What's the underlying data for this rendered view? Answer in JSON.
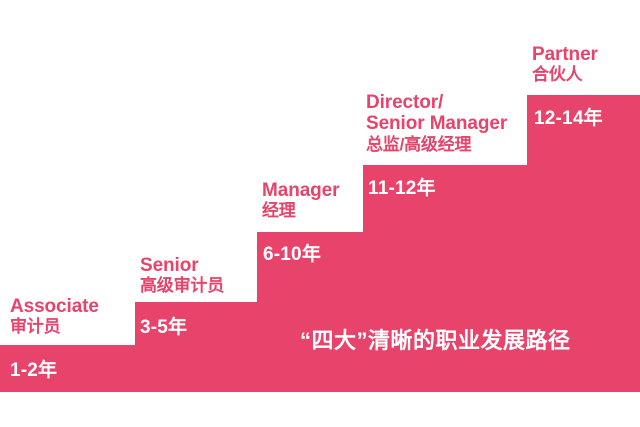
{
  "theme": {
    "accent": "#e8446b",
    "background": "#ffffff",
    "text_on_accent": "#ffffff"
  },
  "caption": {
    "text": "“四大”清晰的职业发展路径"
  },
  "chart_data": {
    "type": "bar",
    "title": "“四大”清晰的职业发展路径",
    "xlabel": "",
    "ylabel": "",
    "categories": [
      "Associate 审计员",
      "Senior 高级审计员",
      "Manager 经理",
      "Director/Senior Manager 总监/高级经理",
      "Partner 合伙人"
    ],
    "values": [
      1,
      2,
      3,
      4,
      5
    ],
    "annotations": [
      "1-2年",
      "3-5年",
      "6-10年",
      "11-12年",
      "12-14年"
    ],
    "grid": false,
    "legend": null
  },
  "steps": [
    {
      "id": "associate",
      "title_en": "Associate",
      "title_cn": "审计员",
      "duration": "1-2年"
    },
    {
      "id": "senior",
      "title_en": "Senior",
      "title_cn": "高级审计员",
      "duration": "3-5年"
    },
    {
      "id": "manager",
      "title_en": "Manager",
      "title_cn": "经理",
      "duration": "6-10年"
    },
    {
      "id": "director",
      "title_en": "Director/\nSenior Manager",
      "title_en_line1": "Director/",
      "title_en_line2": "Senior Manager",
      "title_cn": "总监/高级经理",
      "duration": "11-12年"
    },
    {
      "id": "partner",
      "title_en": "Partner",
      "title_cn": "合伙人",
      "duration": "12-14年"
    }
  ]
}
